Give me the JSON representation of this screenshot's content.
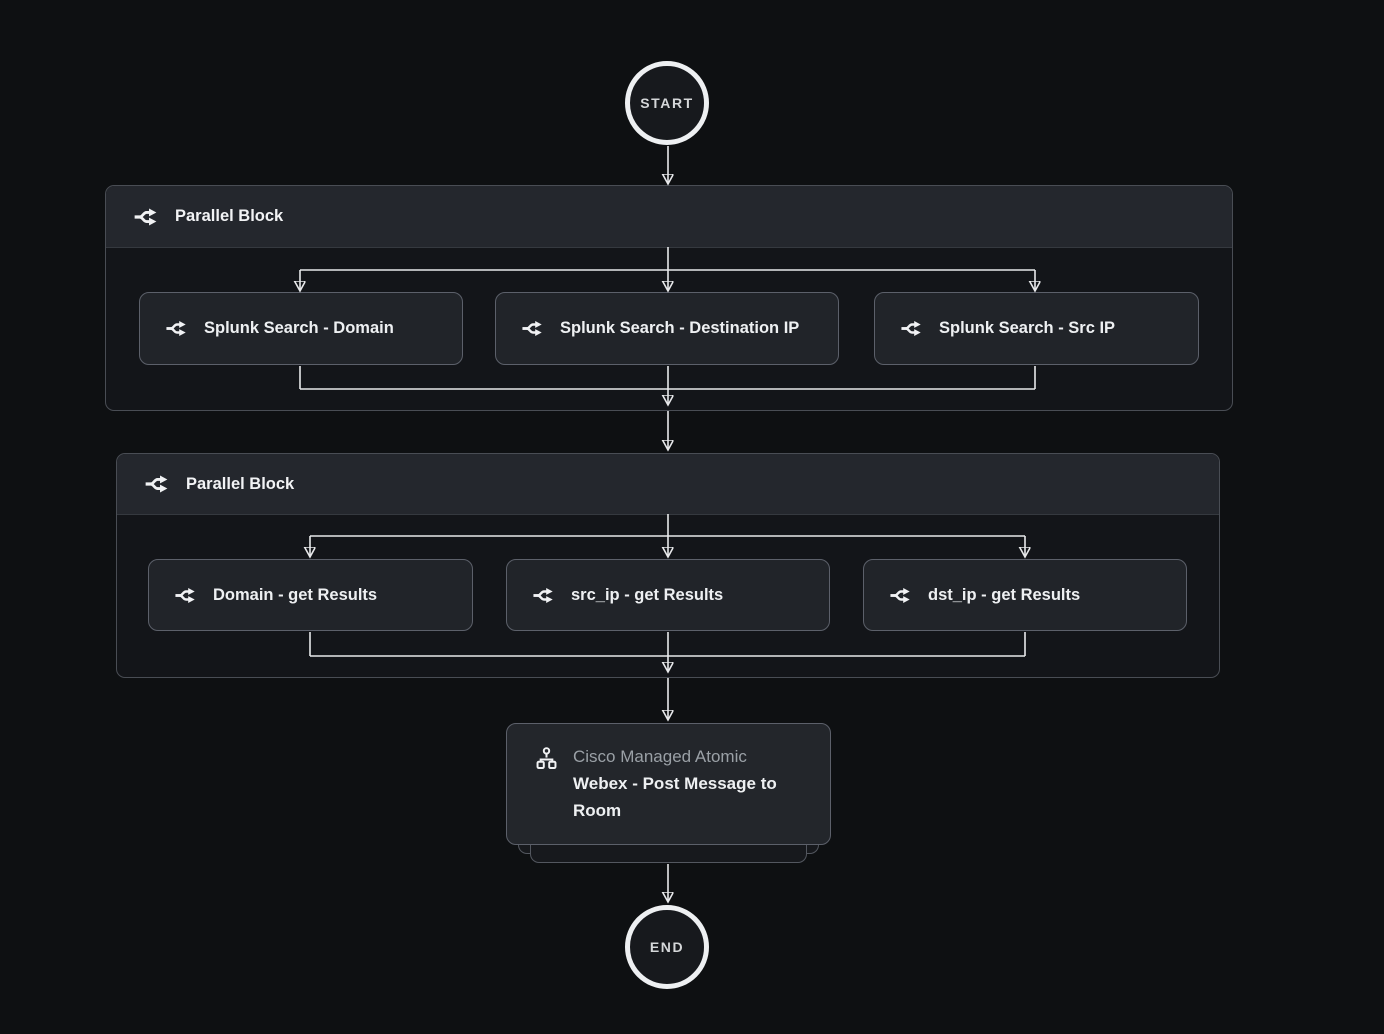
{
  "workflow": {
    "start": {
      "label": "START"
    },
    "end": {
      "label": "END"
    },
    "blocks": [
      {
        "title": "Parallel Block",
        "icon": "split-arrows-icon",
        "nodes": [
          {
            "label": "Splunk Search - Domain",
            "icon": "split-arrows-icon"
          },
          {
            "label": "Splunk Search - Destination IP",
            "icon": "split-arrows-icon"
          },
          {
            "label": "Splunk Search - Src IP",
            "icon": "split-arrows-icon"
          }
        ]
      },
      {
        "title": "Parallel Block",
        "icon": "split-arrows-icon",
        "nodes": [
          {
            "label": "Domain - get Results",
            "icon": "split-arrows-icon"
          },
          {
            "label": "src_ip - get Results",
            "icon": "split-arrows-icon"
          },
          {
            "label": "dst_ip - get Results",
            "icon": "split-arrows-icon"
          }
        ]
      }
    ],
    "atomic_node": {
      "kicker": "Cisco Managed Atomic",
      "title": "Webex - Post Message to Room",
      "icon": "sitemap-icon",
      "stacked": true
    },
    "colors": {
      "canvas_bg": "#0e1012",
      "block_header_bg": "#24272d",
      "block_body_bg": "#131519",
      "block_border": "#494d54",
      "node_bg": "#212429",
      "node_border": "#5c606a",
      "connector": "#e8e9eb",
      "terminal_ring": "#eef0f2",
      "text_primary": "#eef0f2",
      "text_secondary": "#9aa0a6"
    }
  }
}
